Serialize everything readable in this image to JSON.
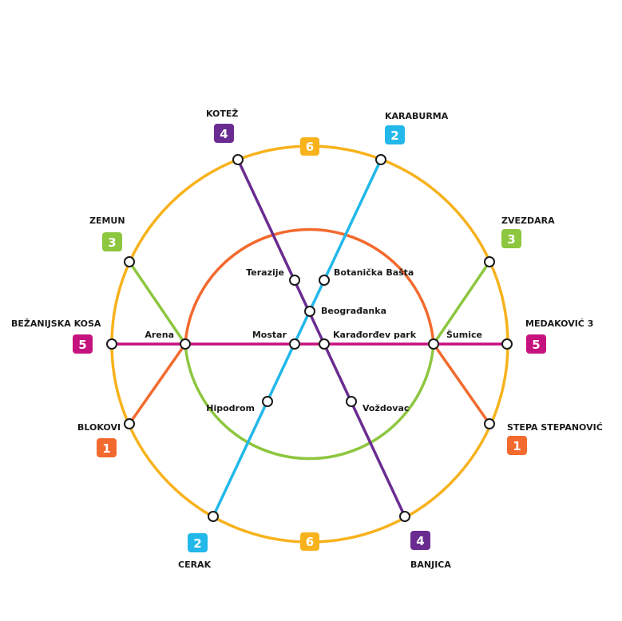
{
  "lines": [
    {
      "id": "1",
      "number": "1",
      "color": "#F26A2E"
    },
    {
      "id": "2",
      "number": "2",
      "color": "#22B8EA"
    },
    {
      "id": "3",
      "number": "3",
      "color": "#8DC63F"
    },
    {
      "id": "4",
      "number": "4",
      "color": "#6A2C91"
    },
    {
      "id": "5",
      "number": "5",
      "color": "#C6127E"
    },
    {
      "id": "6",
      "number": "6",
      "color": "#F7B21C"
    }
  ],
  "terminals": {
    "kotez": "KOTEŽ",
    "karaburma": "KARABURMA",
    "zemun": "ZEMUN",
    "zvezdara": "ZVEZDARA",
    "bezanijska_kosa": "BEŽANIJSKA KOSA",
    "medakovic3": "MEDAKOVIĆ 3",
    "blokovi": "BLOKOVI",
    "stepa_stepanovic": "STEPA STEPANOVIĆ",
    "cerak": "CERAK",
    "banjica": "BANJICA"
  },
  "stations": {
    "terazije": "Terazije",
    "botanicka_basta": "Botanička Bašta",
    "beogradjanka": "Beograđanka",
    "arena": "Arena",
    "mostar": "Mostar",
    "karadjordjev_park": "Karađorđev park",
    "sumice": "Šumice",
    "hipodrom": "Hipodrom",
    "vozdovac": "Voždovac"
  }
}
